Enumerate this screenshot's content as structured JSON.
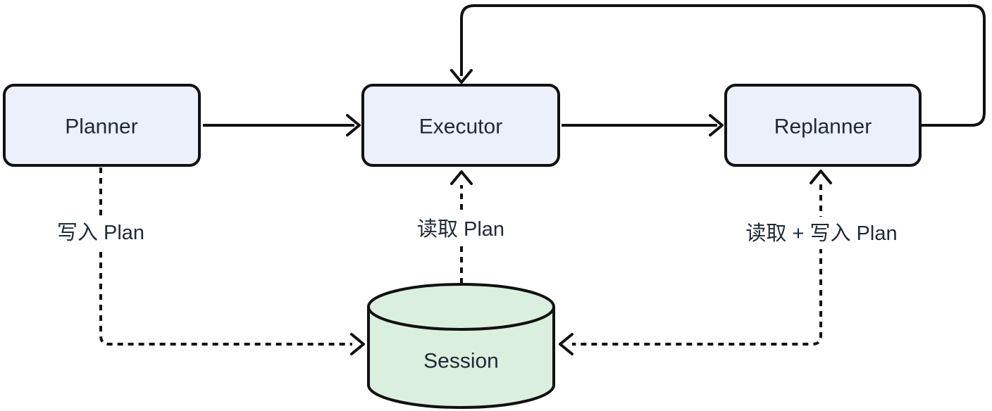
{
  "diagram": {
    "type": "flowchart",
    "background": "#ffffff",
    "colors": {
      "node_fill": "#EBF0FA",
      "db_fill": "#DBEFDE",
      "stroke": "#111111",
      "text": "#1F2937",
      "label_bg": "#ffffff"
    },
    "nodes": [
      {
        "id": "planner",
        "label": "Planner",
        "shape": "rounded-rect"
      },
      {
        "id": "executor",
        "label": "Executor",
        "shape": "rounded-rect"
      },
      {
        "id": "replanner",
        "label": "Replanner",
        "shape": "rounded-rect"
      },
      {
        "id": "session",
        "label": "Session",
        "shape": "database-cylinder"
      }
    ],
    "edges": [
      {
        "from": "planner",
        "to": "executor",
        "style": "solid",
        "label": ""
      },
      {
        "from": "executor",
        "to": "replanner",
        "style": "solid",
        "label": ""
      },
      {
        "from": "replanner",
        "to": "executor",
        "style": "solid",
        "route": "loop-over-top",
        "label": ""
      },
      {
        "from": "planner",
        "to": "session",
        "style": "dashed",
        "label": "写入 Plan"
      },
      {
        "from": "session",
        "to": "executor",
        "style": "dashed",
        "label": "读取 Plan"
      },
      {
        "from": "replanner",
        "to": "session",
        "style": "dashed",
        "bidirectional": true,
        "label": "读取 + 写入 Plan"
      }
    ]
  }
}
